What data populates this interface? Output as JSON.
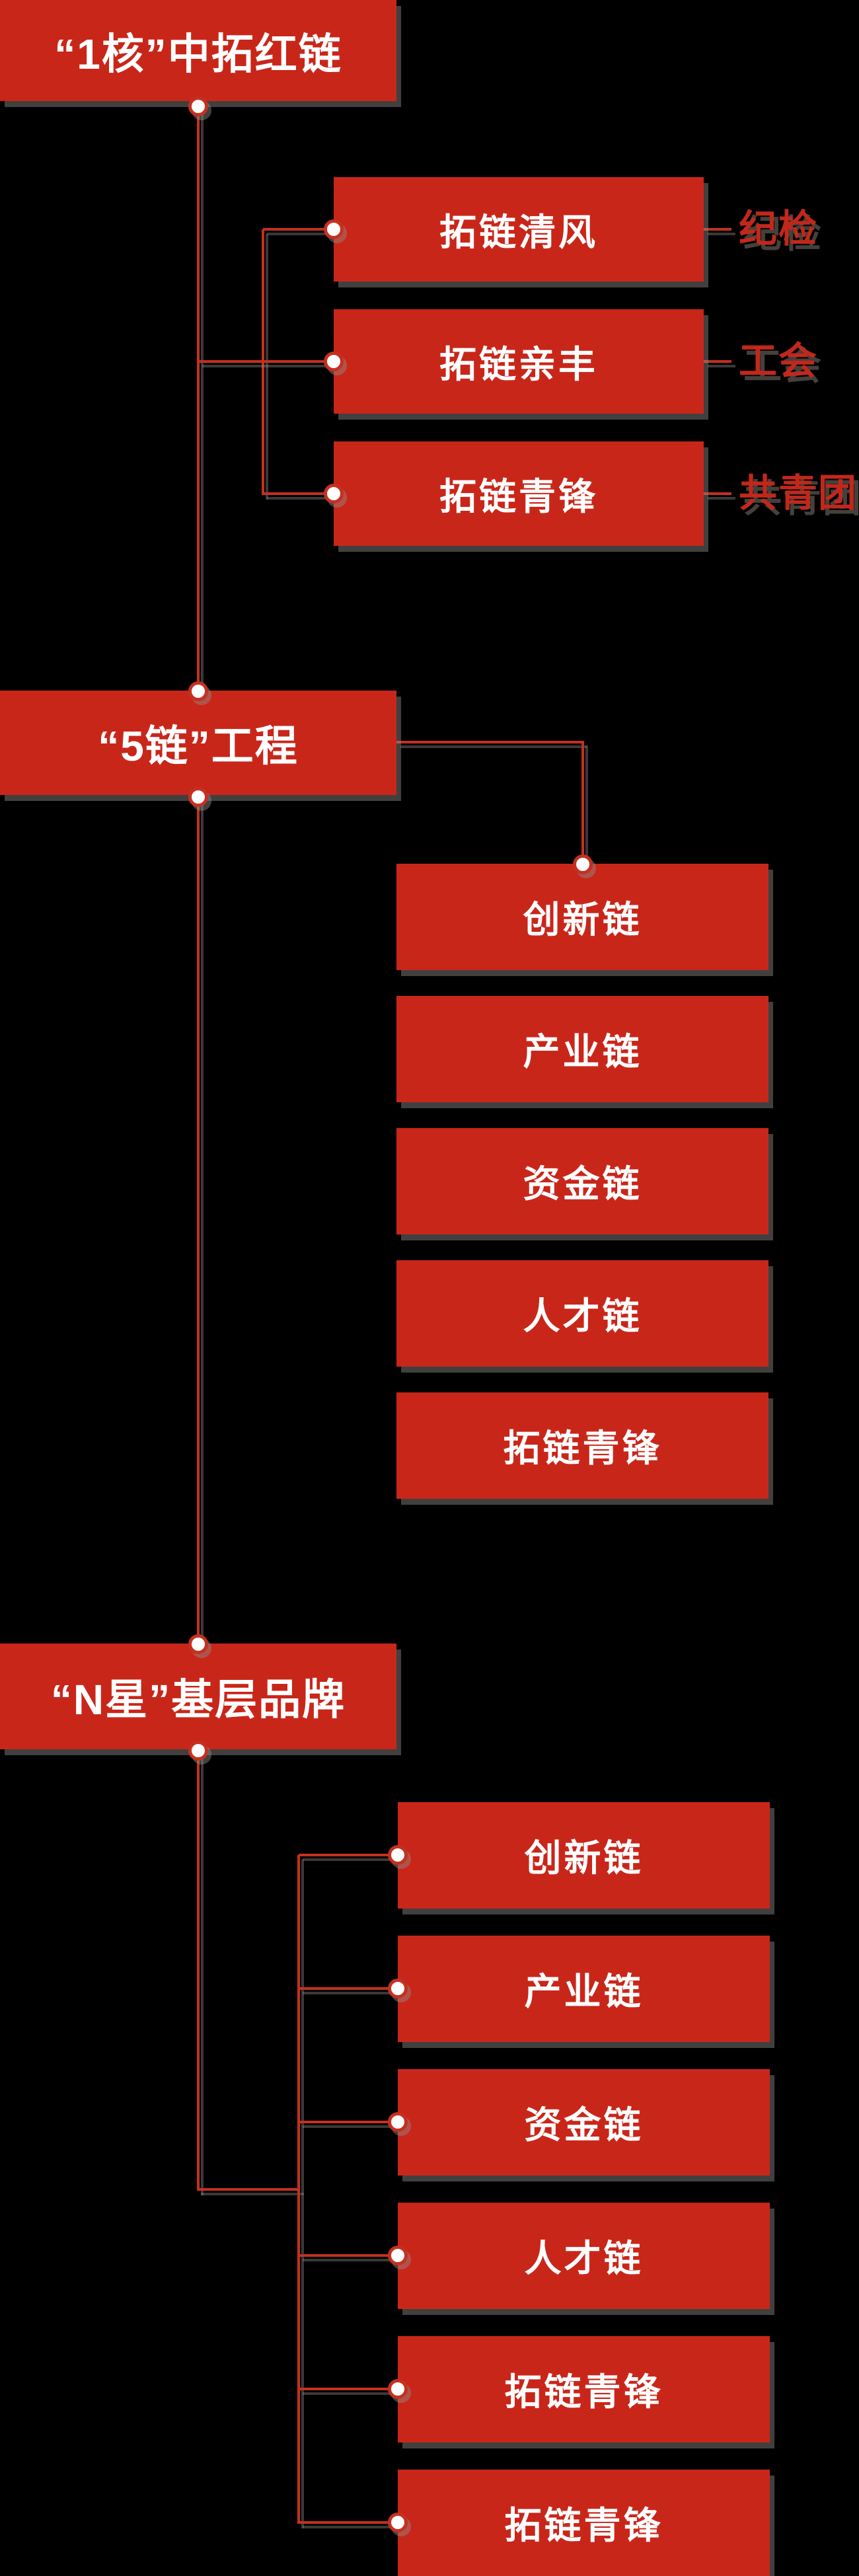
{
  "diagram": {
    "level1": {
      "core": {
        "label": "“1核”中拓红链"
      },
      "five_chain": {
        "label": "“5链”工程"
      },
      "n_star": {
        "label": "“N星”基层品牌"
      }
    },
    "core_children": [
      {
        "label": "拓链清风",
        "tag": "纪检"
      },
      {
        "label": "拓链亲丰",
        "tag": "工会"
      },
      {
        "label": "拓链青锋",
        "tag": "共青团"
      }
    ],
    "five_chain_children": [
      {
        "label": "创新链"
      },
      {
        "label": "产业链"
      },
      {
        "label": "资金链"
      },
      {
        "label": "人才链"
      },
      {
        "label": "拓链青锋"
      }
    ],
    "n_star_children": [
      {
        "label": "创新链"
      },
      {
        "label": "产业链"
      },
      {
        "label": "资金链"
      },
      {
        "label": "人才链"
      },
      {
        "label": "拓链青锋"
      },
      {
        "label": "拓链青锋"
      }
    ]
  },
  "colors": {
    "background": "#000000",
    "box_red": "#c9261a",
    "line_red": "#c53020",
    "label_red": "#c1281b",
    "text_white": "#ffffff"
  }
}
